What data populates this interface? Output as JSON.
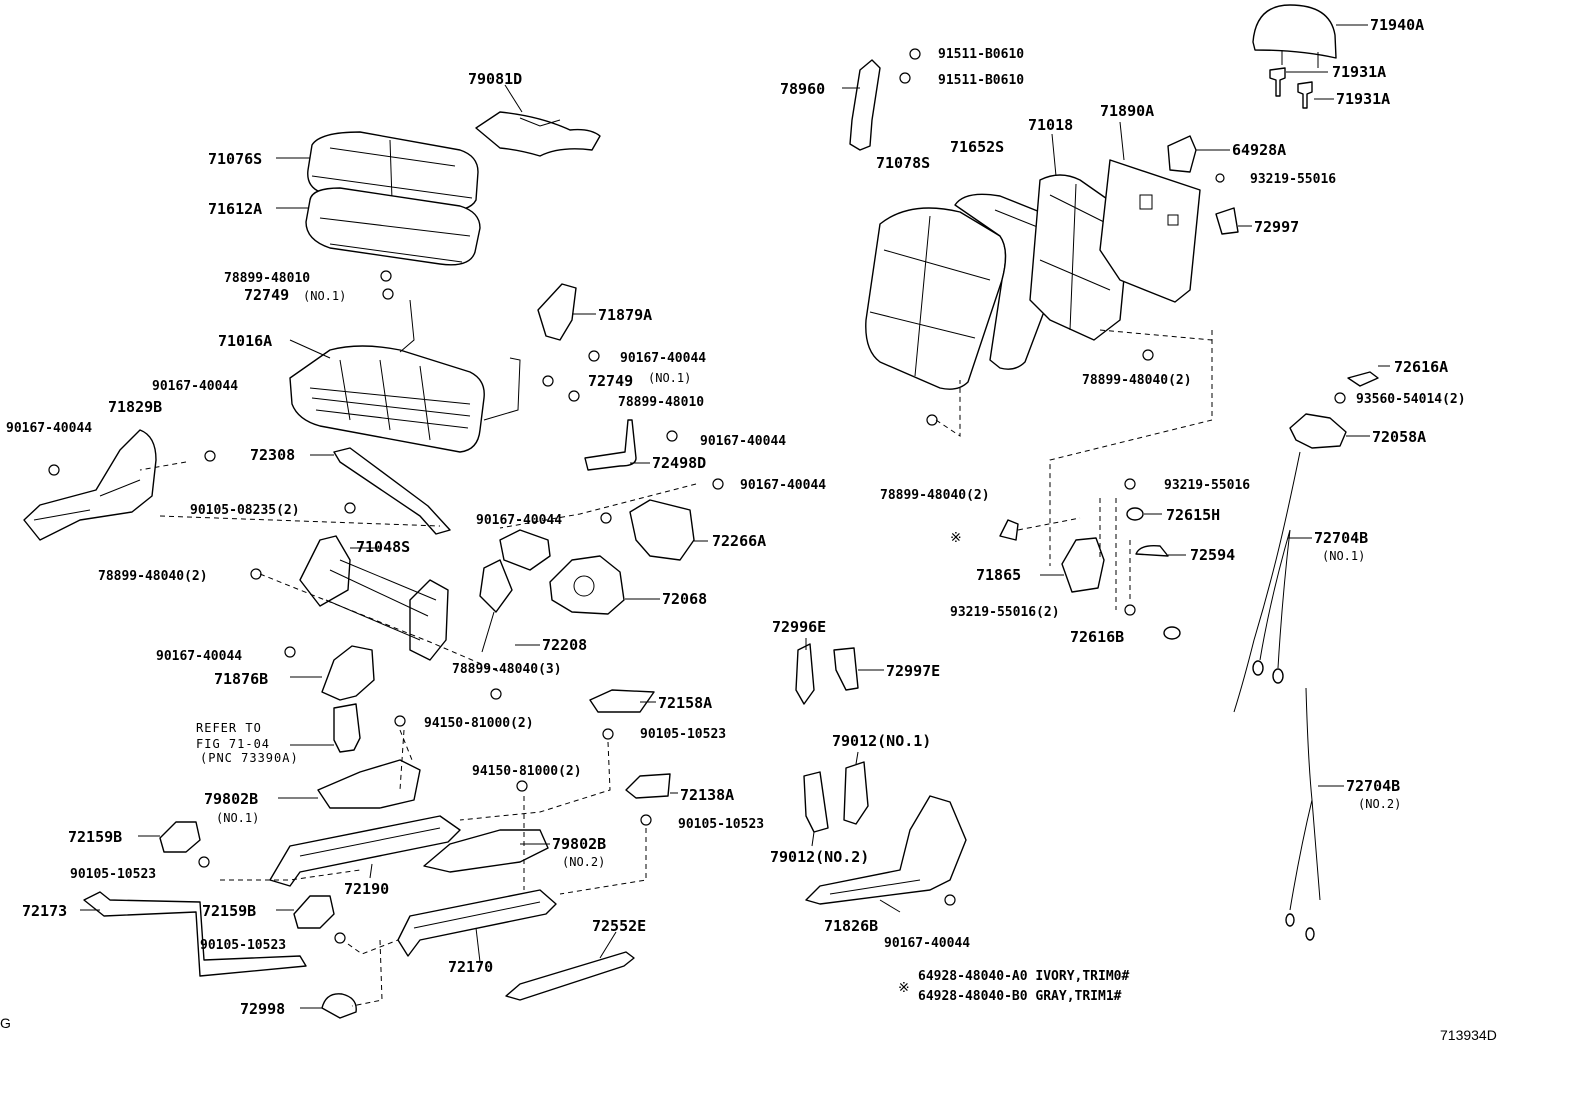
{
  "diagram": {
    "figure_code": "713934D",
    "edge_marker": "G",
    "refer_note": {
      "line1": "REFER TO",
      "line2": "FIG 71-04",
      "line3": "(PNC 73390A)"
    },
    "footnote": {
      "mark": "※",
      "line1": "64928-48040-A0 IVORY,TRIM0#",
      "line2": "64928-48040-B0 GRAY,TRIM1#"
    },
    "callouts": {
      "p71940A": "71940A",
      "p91511a": "91511-B0610",
      "p91511b": "91511-B0610",
      "p71931Aa": "71931A",
      "p71931Ab": "71931A",
      "p79081D": "79081D",
      "p78960": "78960",
      "p71890A": "71890A",
      "p71018": "71018",
      "p71652S": "71652S",
      "p71078S": "71078S",
      "p64928A": "64928A",
      "p93219a": "93219-55016",
      "p72997": "72997",
      "p71076S": "71076S",
      "p71612A": "71612A",
      "p78899_48010a": "78899-48010",
      "p72749a": "72749",
      "p72749a_no": "(NO.1)",
      "p71879A": "71879A",
      "p71016A": "71016A",
      "p90167a": "90167-40044",
      "p72749b": "72749",
      "p72749b_no": "(NO.1)",
      "p78899_48010b": "78899-48010",
      "p78899_48040_2a": "78899-48040(2)",
      "p72616A": "72616A",
      "p93560": "93560-54014(2)",
      "p90167b": "90167-40044",
      "p71829B": "71829B",
      "p90167c": "90167-40044",
      "p90167d": "90167-40044",
      "p72058A": "72058A",
      "p72308": "72308",
      "p72498D": "72498D",
      "p90167e": "90167-40044",
      "p78899_48040_2b": "78899-48040(2)",
      "p93219b": "93219-55016",
      "p90105_08235": "90105-08235(2)",
      "p90167f": "90167-40044",
      "p72615H": "72615H",
      "p72266A": "72266A",
      "p72704Ba": "72704B",
      "p72704Ba_no": "(NO.1)",
      "p71048S": "71048S",
      "p72594": "72594",
      "p78899_48040_2c": "78899-48040(2)",
      "p72068": "72068",
      "p71865": "71865",
      "p93219_2": "93219-55016(2)",
      "p72208": "72208",
      "p72996E": "72996E",
      "p72616B": "72616B",
      "p90167g": "90167-40044",
      "p78899_48040_3": "78899-48040(3)",
      "p72997E": "72997E",
      "p71876B": "71876B",
      "p72158A": "72158A",
      "p94150a": "94150-81000(2)",
      "p90105a": "90105-10523",
      "p79012a": "79012(NO.1)",
      "p72704Bb": "72704B",
      "p72704Bb_no": "(NO.2)",
      "p94150b": "94150-81000(2)",
      "p72138A": "72138A",
      "p79802Ba": "79802B",
      "p79802Ba_no": "(NO.1)",
      "p90105b": "90105-10523",
      "p72159Ba": "72159B",
      "p79802Bb": "79802B",
      "p79802Bb_no": "(NO.2)",
      "p79012b": "79012(NO.2)",
      "p90105c": "90105-10523",
      "p72190": "72190",
      "p72173": "72173",
      "p72159Bb": "72159B",
      "p72552E": "72552E",
      "p71826B": "71826B",
      "p90105d": "90105-10523",
      "p72170": "72170",
      "p90167h": "90167-40044",
      "p72998": "72998"
    }
  }
}
